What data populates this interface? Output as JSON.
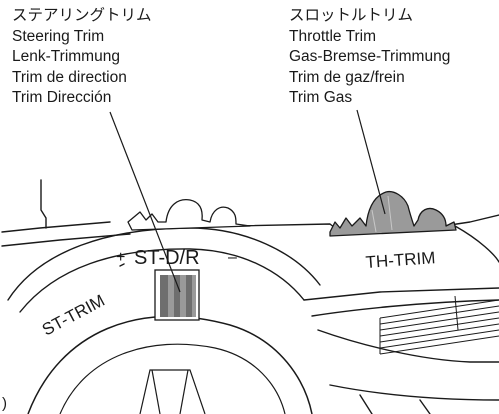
{
  "steering_trim": {
    "ja": "ステアリングトリム",
    "en": "Steering Trim",
    "de": "Lenk-Trimmung",
    "fr": "Trim de direction",
    "es": "Trim Dirección"
  },
  "throttle_trim": {
    "ja": "スロットルトリム",
    "en": "Throttle Trim",
    "de": "Gas-Bremse-Trimmung",
    "fr": "Trim de gaz/frein",
    "es": "Trim Gas"
  },
  "dial": {
    "st_dr_plus": "+",
    "st_dr_label": "ST-D/R",
    "st_dr_minus": "–",
    "st_trim": "ST-TRIM",
    "th_trim": "TH-TRIM",
    "edge_mark": ")"
  },
  "colors": {
    "line": "#1a1a1a",
    "trim_gray": "#9a9a9a",
    "dark_gray": "#6e6e6e",
    "light_gray": "#c8c8c8"
  }
}
